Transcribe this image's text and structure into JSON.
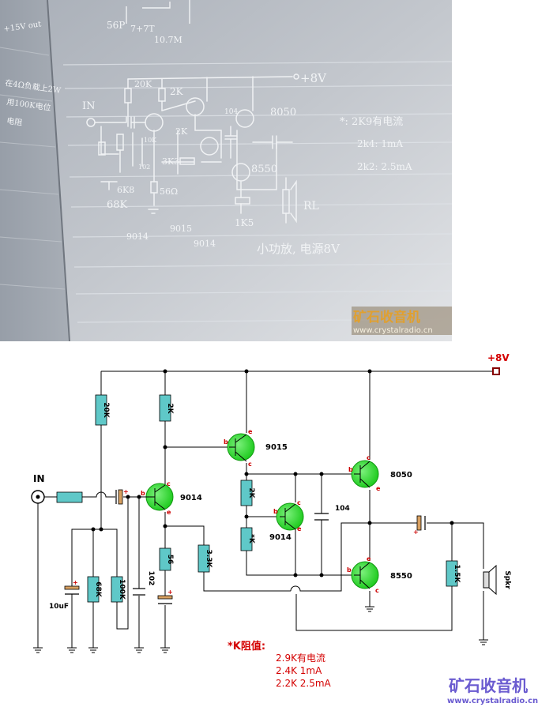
{
  "photo": {
    "top_scribbles": [
      "56P",
      "7+7T",
      "10.7M",
      "+15V out"
    ],
    "side_notes": [
      "在4Ω负载上2W",
      "用100K电位",
      "电阻"
    ],
    "labels": {
      "supply": "+8V",
      "input": "IN",
      "r_20k": "20K",
      "r_2k_a": "2K",
      "r_2k_b": "2K",
      "r_10k": "10K",
      "r_102": "102",
      "r_3k3": "3K3",
      "r_6k8": "6K8",
      "r_68k": "68K",
      "r_56": "56Ω",
      "r_1k5": "1K5",
      "rl": "RL",
      "c_104": "104",
      "t_8050": "8050",
      "t_8550": "8550",
      "t_9014_a": "9014",
      "t_9015": "9015",
      "t_9014_b": "9014"
    },
    "notes": [
      "*: 2K9有电流",
      "2k4: 1mA",
      "2k2: 2.5mA"
    ],
    "caption": "小功放, 电源8V",
    "watermark_cn": "矿石收音机",
    "watermark_url": "www.crystalradio.cn"
  },
  "schematic": {
    "supply": "+8V",
    "input": "IN",
    "resistors": {
      "r1": "20K",
      "r2": "2K",
      "r3": "2K",
      "r4": "*K",
      "r5": "56",
      "r6": "3.3K",
      "r7": "68K",
      "r8": "100K",
      "r9": "1.5K"
    },
    "caps": {
      "c_in_plus": "+",
      "c_102": "102",
      "c_104": "104",
      "c_10uf": "10uF",
      "c_out_plus": "+"
    },
    "transistors": {
      "q1": "9014",
      "q2": "9015",
      "q3": "9014",
      "q4": "8050",
      "q5": "8550"
    },
    "pins": {
      "b": "b",
      "c": "c",
      "e": "e"
    },
    "speaker": "Spkr",
    "note_title": "*K阻值:",
    "note_lines": [
      "2.9K有电流",
      "2.4K  1mA",
      "2.2K  2.5mA"
    ],
    "watermark_cn": "矿石收音机",
    "watermark_url": "www.crystalradio.cn"
  },
  "colors": {
    "resistor": "#5fc8c8",
    "transistor": "#33dd33",
    "pin_label": "#cc0000",
    "note": "#d40000",
    "watermark": "#6a5bd0"
  }
}
